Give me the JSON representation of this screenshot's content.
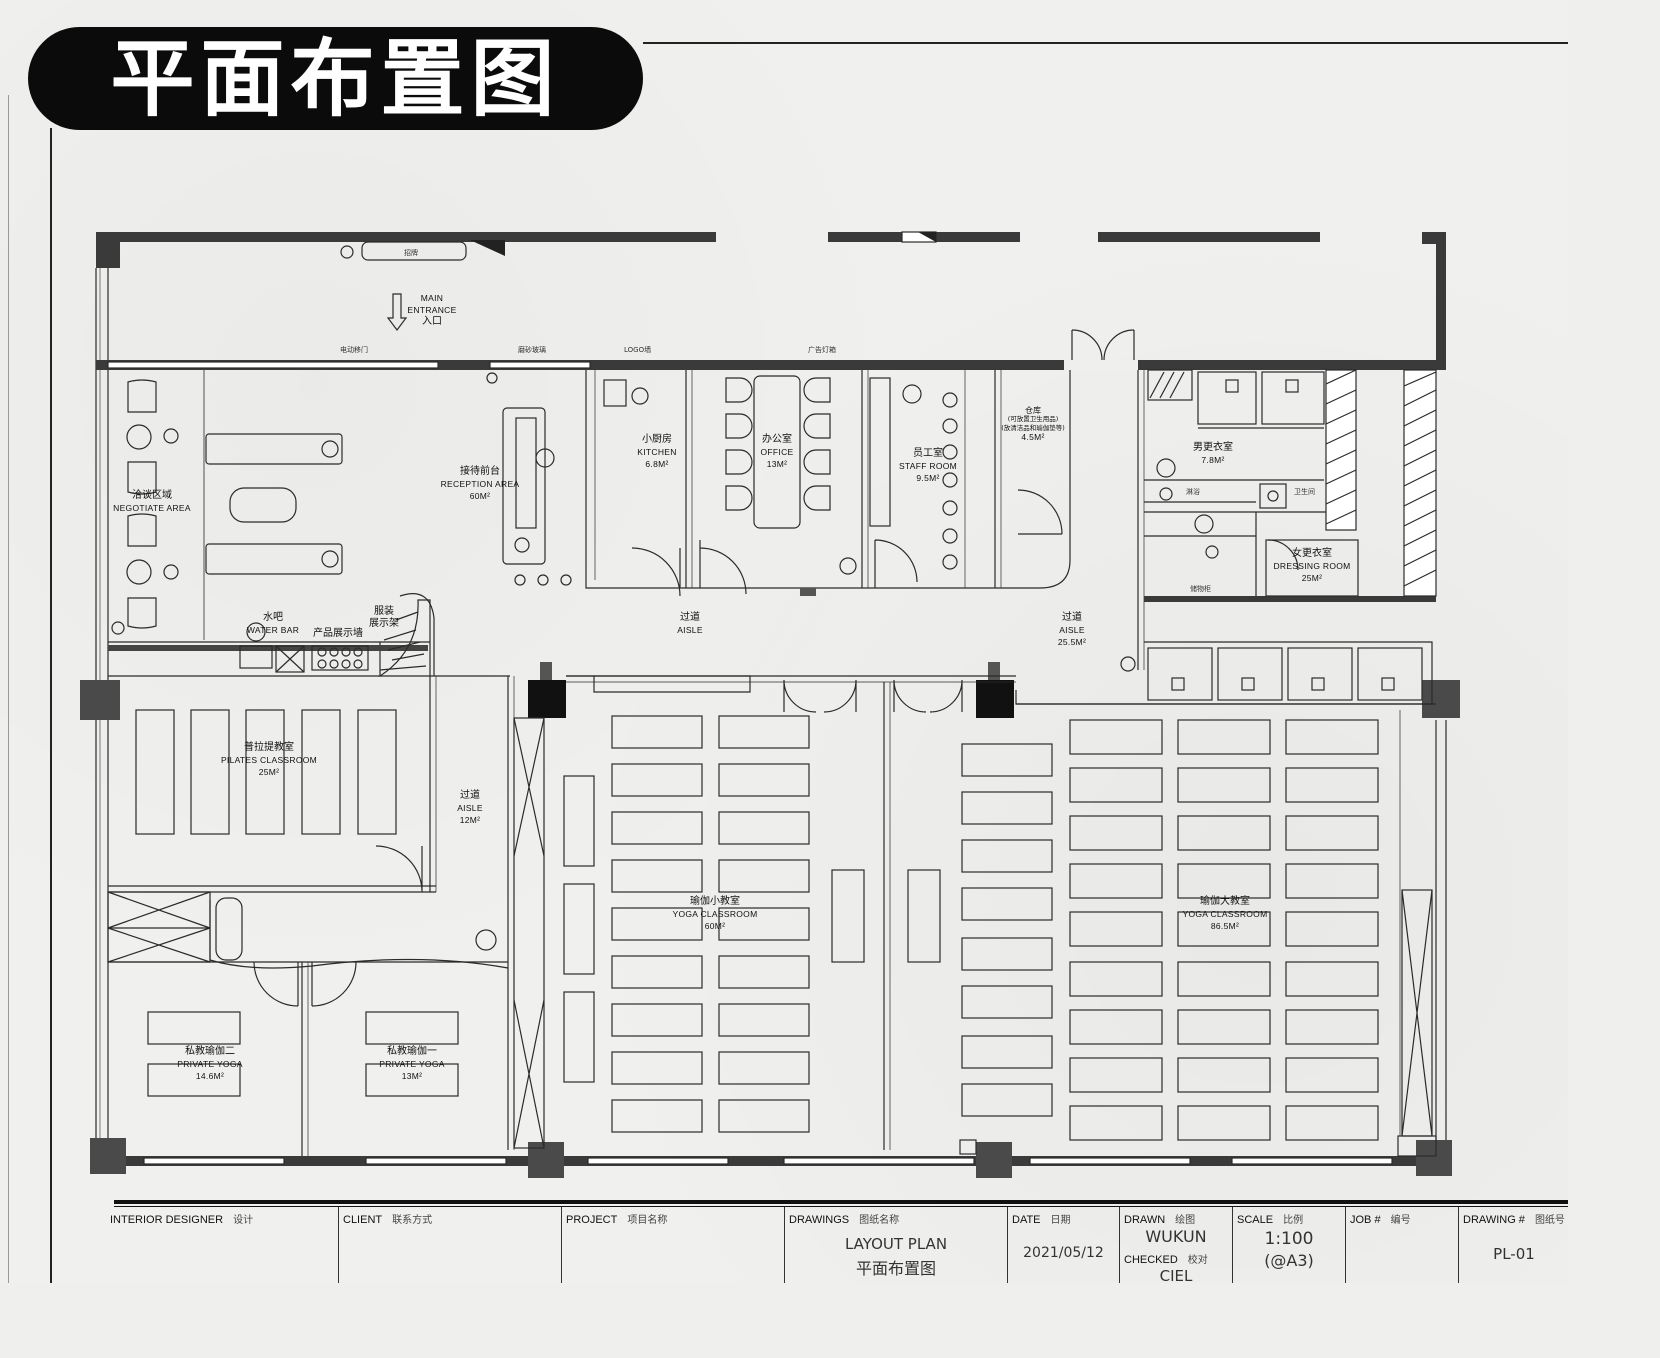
{
  "title": "平面布置图",
  "entrance": {
    "line1": "MAIN",
    "line2": "ENTRANCE",
    "line3": "入口"
  },
  "rooms": {
    "negotiate": {
      "cn": "洽谈区域",
      "en": "NEGOTIATE AREA"
    },
    "reception": {
      "cn": "接待前台",
      "en": "RECEPTION AREA",
      "area": "60M²"
    },
    "kitchen": {
      "cn": "小厨房",
      "en": "KITCHEN",
      "area": "6.8M²"
    },
    "office": {
      "cn": "办公室",
      "en": "OFFICE",
      "area": "13M²"
    },
    "staff": {
      "cn": "员工室",
      "en": "STAFF ROOM",
      "area": "9.5M²"
    },
    "storage": {
      "cn": "仓库",
      "l2": "(可放置卫生用品)",
      "l3": "(放清洁品和瑜伽垫等)",
      "area": "4.5M²"
    },
    "mens": {
      "cn": "男更衣室",
      "area": "7.8M²"
    },
    "womens": {
      "cn": "女更衣室",
      "en": "DRESSING ROOM",
      "area": "25M²"
    },
    "waterbar": {
      "cn": "水吧",
      "en": "WATER BAR"
    },
    "display": {
      "cn": "产品展示墙"
    },
    "clothing": {
      "cn1": "服装",
      "cn2": "展示架"
    },
    "aisle1": {
      "cn": "过道",
      "en": "AISLE"
    },
    "aisle2": {
      "cn": "过道",
      "en": "AISLE",
      "area": "25.5M²"
    },
    "aisle3": {
      "cn": "过道",
      "en": "AISLE",
      "area": "12M²"
    },
    "pilates": {
      "cn": "普拉提教室",
      "en": "PILATES CLASSROOM",
      "area": "25M²"
    },
    "yoga_small": {
      "cn": "瑜伽小教室",
      "en": "YOGA CLASSROOM",
      "area": "60M²"
    },
    "yoga_large": {
      "cn": "瑜伽大教室",
      "en": "YOGA CLASSROOM",
      "area": "86.5M²"
    },
    "private2": {
      "cn": "私教瑜伽二",
      "en": "PRIVATE YOGA",
      "area": "14.6M²"
    },
    "private1": {
      "cn": "私教瑜伽一",
      "en": "PRIVATE YOGA",
      "area": "13M²"
    }
  },
  "tags": {
    "sliding_door": "电动移门",
    "banner": "广告灯箱",
    "logo": "LOGO墙",
    "frosted": "磨砂玻璃",
    "signage": "招牌",
    "shower": "淋浴",
    "toilet": "卫生间",
    "locker": "储物柜"
  },
  "titleblock": {
    "designer": {
      "label": "INTERIOR DESIGNER",
      "cn": "设计"
    },
    "client": {
      "label": "CLIENT",
      "cn": "联系方式"
    },
    "project": {
      "label": "PROJECT",
      "cn": "项目名称"
    },
    "drawings": {
      "label": "DRAWINGS",
      "cn": "图纸名称",
      "value_en": "LAYOUT PLAN",
      "value_cn": "平面布置图"
    },
    "date": {
      "label": "DATE",
      "cn": "日期",
      "value": "2021/05/12"
    },
    "drawn": {
      "label": "DRAWN",
      "cn": "绘图",
      "value": "WUKUN"
    },
    "checked": {
      "label": "CHECKED",
      "cn": "校对",
      "value": "CIEL"
    },
    "scale": {
      "label": "SCALE",
      "cn": "比例",
      "value1": "1:100",
      "value2": "(@A3)"
    },
    "job": {
      "label": "JOB #",
      "cn": "编号"
    },
    "drawing_no": {
      "label": "DRAWING #",
      "cn": "图纸号",
      "value": "PL-01"
    }
  },
  "colors": {
    "wall": "#3a3a3a",
    "column": "#4a4a4a",
    "line": "#2b2b2b",
    "pill": "#0b0b0b"
  }
}
